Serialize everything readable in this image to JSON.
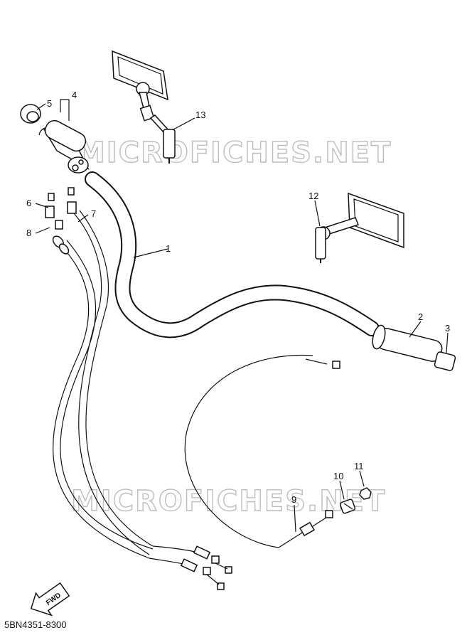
{
  "watermark": "MICROFICHES.NET",
  "part_code": "5BN4351-8300",
  "fwd_label": "FWD",
  "callouts": [
    "1",
    "2",
    "3",
    "4",
    "5",
    "6",
    "7",
    "8",
    "9",
    "10",
    "11",
    "12",
    "13"
  ]
}
